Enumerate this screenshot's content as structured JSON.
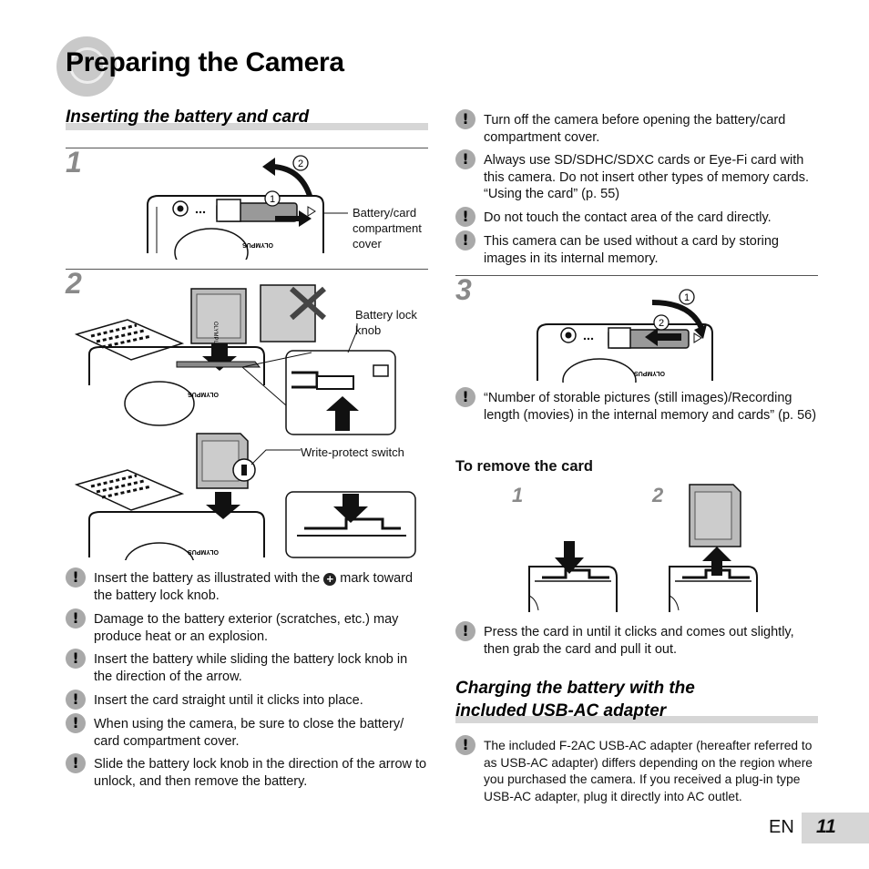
{
  "page": {
    "title": "Preparing the Camera",
    "lang": "EN",
    "number": "11"
  },
  "left": {
    "section_title": "Inserting the battery and card",
    "step1": {
      "num": "1",
      "circle1": "1",
      "circle2": "2",
      "callout": [
        "Battery/card",
        "compartment",
        "cover"
      ],
      "brand": "OLYMPUS"
    },
    "step2": {
      "num": "2",
      "callout_lock": [
        "Battery lock",
        "knob"
      ],
      "callout_write": "Write-protect switch",
      "brand": "OLYMPUS"
    },
    "notes": [
      {
        "pre": "Insert the battery as illustrated with the ",
        "mark": "+",
        "post": " mark toward the battery lock knob."
      },
      {
        "text": "Damage to the battery exterior (scratches, etc.) may produce heat or an explosion."
      },
      {
        "text": "Insert the battery while sliding the battery lock knob in the direction of the arrow."
      },
      {
        "text": "Insert the card straight until it clicks into place."
      },
      {
        "text": "When using the camera, be sure to close the battery/ card compartment cover."
      },
      {
        "text": "Slide the battery lock knob in the direction of the arrow to unlock, and then remove the battery."
      }
    ]
  },
  "right": {
    "top_notes": [
      "Turn off the camera before opening the battery/card compartment cover.",
      "Always use SD/SDHC/SDXC cards or Eye-Fi card with this camera. Do not insert other types of memory cards. “Using the card” (p. 55)",
      "Do not touch the contact area of the card directly.",
      "This camera can be used without a card by storing images in its internal memory."
    ],
    "step3": {
      "num": "3",
      "circle1": "1",
      "circle2": "2",
      "brand": "OLYMPUS",
      "note": "“Number of storable pictures (still images)/Recording length (movies) in the internal memory and cards” (p. 56)"
    },
    "remove_card": {
      "title": "To remove the card",
      "sub1": "1",
      "sub2": "2",
      "note": "Press the card in until it clicks and comes out slightly, then grab the card and pull it out."
    },
    "charging": {
      "title_line1": "Charging the battery with the",
      "title_line2": "included USB-AC adapter",
      "note": "The included F-2AC USB-AC adapter (hereafter referred to as USB-AC adapter) differs depending on the region where you purchased the camera. If you received a plug-in type USB-AC adapter, plug it directly into AC outlet."
    }
  },
  "icons": {
    "note": "exclamation-icon",
    "mark": "plus-circle-icon"
  },
  "colors": {
    "section_bar": "#d6d6d6",
    "step_number": "#8a8a8a",
    "note_icon": "#a9a9a9"
  }
}
